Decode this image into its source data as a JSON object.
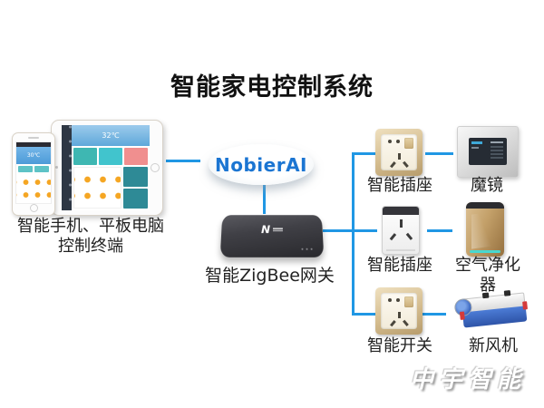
{
  "title": "智能家电控制系统",
  "colors": {
    "connector_blue": "#2097e4",
    "brand_blue": "#1b75d2"
  },
  "left_terminal": {
    "label_line1": "智能手机、平板电脑",
    "label_line2": "控制终端",
    "phone_temp": "30℃",
    "tablet_temp": "32℃"
  },
  "cloud": {
    "label": "NobierAI"
  },
  "gateway": {
    "label": "智能ZigBee网关",
    "logo_text": "N"
  },
  "rows": [
    {
      "controller": "智能插座",
      "appliance": "魔镜"
    },
    {
      "controller": "智能插座",
      "appliance": "空气净化器"
    },
    {
      "controller": "智能开关",
      "appliance": "新风机"
    }
  ],
  "watermark": "中宇智能"
}
